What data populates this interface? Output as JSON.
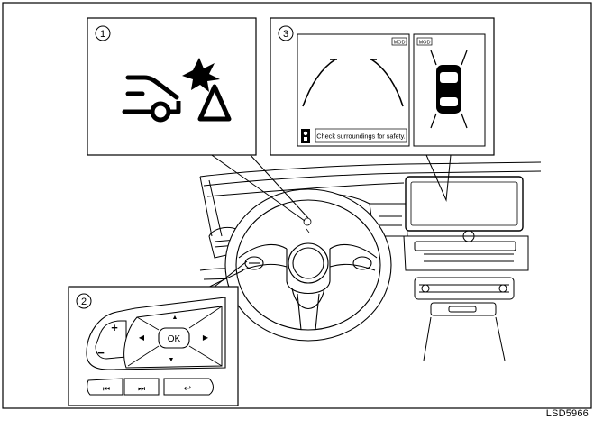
{
  "figure_code": "LSD5966",
  "callouts": [
    {
      "id": "1",
      "label": "1"
    },
    {
      "id": "2",
      "label": "2"
    },
    {
      "id": "3",
      "label": "3"
    }
  ],
  "display_panel": {
    "mode_badge_left": "MOD",
    "mode_badge_right": "MOD",
    "caution_message": "Check surroundings for safety."
  },
  "steering_switch": {
    "plus_label": "+",
    "minus_label": "−",
    "ok_label": "OK",
    "up_arrow": "▲",
    "down_arrow": "▼",
    "left_arrow": "◀",
    "right_arrow": "▶",
    "prev_label": "⏮",
    "next_label": "⏭",
    "back_label": "↩"
  },
  "icons": [
    "warning-car-obstacle-icon",
    "camera-icon",
    "car-top-view-icon"
  ]
}
